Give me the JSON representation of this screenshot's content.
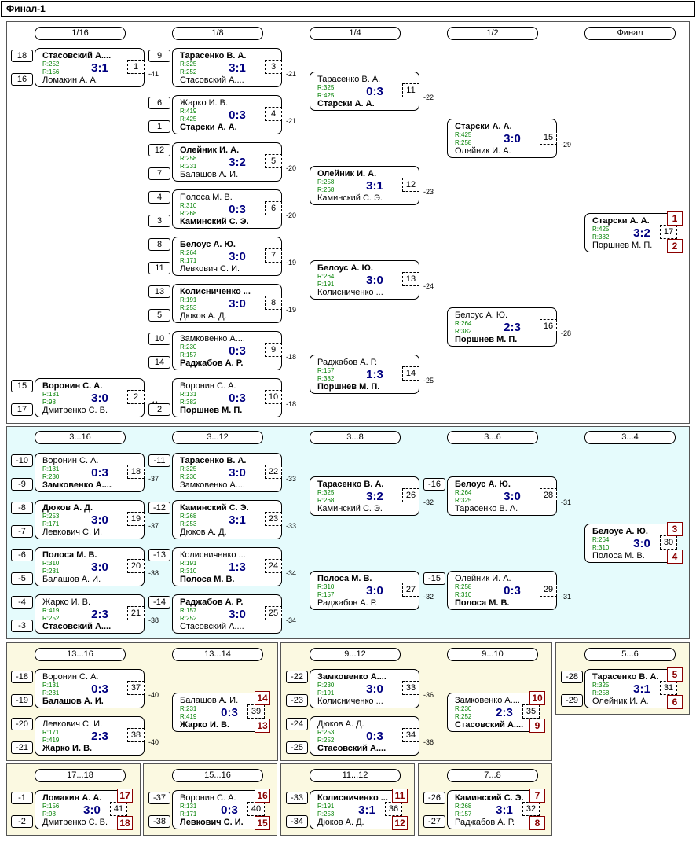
{
  "title": "Финал-1",
  "rounds": [
    {
      "n": "m16",
      "label": "1/16"
    },
    {
      "n": "m8",
      "label": "1/8"
    },
    {
      "n": "m4",
      "label": "1/4"
    },
    {
      "n": "m2",
      "label": "1/2"
    },
    {
      "n": "mf",
      "label": "Финал"
    },
    {
      "n": "c1",
      "label": "3...16"
    },
    {
      "n": "c2",
      "label": "3...12"
    },
    {
      "n": "c3",
      "label": "3...8"
    },
    {
      "n": "c4",
      "label": "3...6"
    },
    {
      "n": "c5",
      "label": "3...4"
    },
    {
      "n": "d1",
      "label": "13...16"
    },
    {
      "n": "d2",
      "label": "13...14"
    },
    {
      "n": "d3",
      "label": "9...12"
    },
    {
      "n": "d4",
      "label": "9...10"
    },
    {
      "n": "d5",
      "label": "5...6"
    },
    {
      "n": "e1",
      "label": "17...18"
    },
    {
      "n": "e2",
      "label": "15...16"
    },
    {
      "n": "e3",
      "label": "11...12"
    },
    {
      "n": "e4",
      "label": "7...8"
    }
  ],
  "matches": [
    {
      "no": "1",
      "p1": "Стасовский А....",
      "p2": "Ломакин А. А.",
      "r1": "R:252",
      "r2": "R:156",
      "w": 1,
      "score": "3:1",
      "s1": "18",
      "s2": "16",
      "lose": "-41"
    },
    {
      "no": "2",
      "p1": "Воронин С. А.",
      "p2": "Дмитренко С. В.",
      "r1": "R:131",
      "r2": "R:98",
      "w": 1,
      "score": "3:0",
      "s1": "15",
      "s2": "17",
      "lose": "-41"
    },
    {
      "no": "3",
      "p1": "Тарасенко В. А.",
      "p2": "Стасовский А....",
      "r1": "R:325",
      "r2": "R:252",
      "w": 1,
      "score": "3:1",
      "s1": "9",
      "lose": "-21"
    },
    {
      "no": "4",
      "p1": "Жарко И. В.",
      "p2": "Старски А. А.",
      "r1": "R:419",
      "r2": "R:425",
      "w": 2,
      "score": "0:3",
      "s1": "6",
      "s2": "1",
      "lose": "-21"
    },
    {
      "no": "5",
      "p1": "Олейник И. А.",
      "p2": "Балашов А. И.",
      "r1": "R:258",
      "r2": "R:231",
      "w": 1,
      "score": "3:2",
      "s1": "12",
      "s2": "7",
      "lose": "-20"
    },
    {
      "no": "6",
      "p1": "Полоса М. В.",
      "p2": "Каминский С. Э.",
      "r1": "R:310",
      "r2": "R:268",
      "w": 2,
      "score": "0:3",
      "s1": "4",
      "s2": "3",
      "lose": "-20"
    },
    {
      "no": "7",
      "p1": "Белоус А. Ю.",
      "p2": "Левкович С. И.",
      "r1": "R:264",
      "r2": "R:171",
      "w": 1,
      "score": "3:0",
      "s1": "8",
      "s2": "11",
      "lose": "-19"
    },
    {
      "no": "8",
      "p1": "Колисниченко ...",
      "p2": "Дюков А. Д.",
      "r1": "R:191",
      "r2": "R:253",
      "w": 1,
      "score": "3:0",
      "s1": "13",
      "s2": "5",
      "lose": "-19"
    },
    {
      "no": "9",
      "p1": "Замковенко А....",
      "p2": "Раджабов А. Р.",
      "r1": "R:230",
      "r2": "R:157",
      "w": 2,
      "score": "0:3",
      "s1": "10",
      "s2": "14",
      "lose": "-18"
    },
    {
      "no": "10",
      "p1": "Воронин С. А.",
      "p2": "Поршнев М. П.",
      "r1": "R:131",
      "r2": "R:382",
      "w": 2,
      "score": "0:3",
      "s2": "2",
      "lose": "-18"
    },
    {
      "no": "11",
      "p1": "Тарасенко В. А.",
      "p2": "Старски А. А.",
      "r1": "R:325",
      "r2": "R:425",
      "w": 2,
      "score": "0:3",
      "lose": "-22"
    },
    {
      "no": "12",
      "p1": "Олейник И. А.",
      "p2": "Каминский С. Э.",
      "r1": "R:258",
      "r2": "R:268",
      "w": 1,
      "score": "3:1",
      "lose": "-23"
    },
    {
      "no": "13",
      "p1": "Белоус А. Ю.",
      "p2": "Колисниченко ...",
      "r1": "R:264",
      "r2": "R:191",
      "w": 1,
      "score": "3:0",
      "lose": "-24"
    },
    {
      "no": "14",
      "p1": "Раджабов А. Р.",
      "p2": "Поршнев М. П.",
      "r1": "R:157",
      "r2": "R:382",
      "w": 2,
      "score": "1:3",
      "lose": "-25"
    },
    {
      "no": "15",
      "p1": "Старски А. А.",
      "p2": "Олейник И. А.",
      "r1": "R:425",
      "r2": "R:258",
      "w": 1,
      "score": "3:0",
      "lose": "-29"
    },
    {
      "no": "16",
      "p1": "Белоус А. Ю.",
      "p2": "Поршнев М. П.",
      "r1": "R:264",
      "r2": "R:382",
      "w": 2,
      "score": "2:3",
      "lose": "-28"
    },
    {
      "no": "17",
      "p1": "Старски А. А.",
      "p2": "Поршнев М. П.",
      "r1": "R:425",
      "r2": "R:382",
      "w": 1,
      "score": "3:2",
      "pl1": "1",
      "pl2": "2"
    },
    {
      "no": "18",
      "p1": "Воронин С. А.",
      "p2": "Замковенко А....",
      "r1": "R:131",
      "r2": "R:230",
      "w": 2,
      "score": "0:3",
      "s1": "-10",
      "s2": "-9",
      "lose": "-37"
    },
    {
      "no": "19",
      "p1": "Дюков А. Д.",
      "p2": "Левкович С. И.",
      "r1": "R:253",
      "r2": "R:171",
      "w": 1,
      "score": "3:0",
      "s1": "-8",
      "s2": "-7",
      "lose": "-37"
    },
    {
      "no": "20",
      "p1": "Полоса М. В.",
      "p2": "Балашов А. И.",
      "r1": "R:310",
      "r2": "R:231",
      "w": 1,
      "score": "3:0",
      "s1": "-6",
      "s2": "-5",
      "lose": "-38"
    },
    {
      "no": "21",
      "p1": "Жарко И. В.",
      "p2": "Стасовский А....",
      "r1": "R:419",
      "r2": "R:252",
      "w": 2,
      "score": "2:3",
      "s1": "-4",
      "s2": "-3",
      "lose": "-38"
    },
    {
      "no": "22",
      "p1": "Тарасенко В. А.",
      "p2": "Замковенко А....",
      "r1": "R:325",
      "r2": "R:230",
      "w": 1,
      "score": "3:0",
      "s1": "-11",
      "lose": "-33"
    },
    {
      "no": "23",
      "p1": "Каминский С. Э.",
      "p2": "Дюков А. Д.",
      "r1": "R:268",
      "r2": "R:253",
      "w": 1,
      "score": "3:1",
      "s1": "-12",
      "lose": "-33"
    },
    {
      "no": "24",
      "p1": "Колисниченко ...",
      "p2": "Полоса М. В.",
      "r1": "R:191",
      "r2": "R:310",
      "w": 2,
      "score": "1:3",
      "s1": "-13",
      "lose": "-34"
    },
    {
      "no": "25",
      "p1": "Раджабов А. Р.",
      "p2": "Стасовский А....",
      "r1": "R:157",
      "r2": "R:252",
      "w": 1,
      "score": "3:0",
      "s1": "-14",
      "lose": "-34"
    },
    {
      "no": "26",
      "p1": "Тарасенко В. А.",
      "p2": "Каминский С. Э.",
      "r1": "R:325",
      "r2": "R:268",
      "w": 1,
      "score": "3:2",
      "lose": "-32"
    },
    {
      "no": "27",
      "p1": "Полоса М. В.",
      "p2": "Раджабов А. Р.",
      "r1": "R:310",
      "r2": "R:157",
      "w": 1,
      "score": "3:0",
      "lose": "-32"
    },
    {
      "no": "28",
      "p1": "Белоус А. Ю.",
      "p2": "Тарасенко В. А.",
      "r1": "R:264",
      "r2": "R:325",
      "w": 1,
      "score": "3:0",
      "s1": "-16",
      "lose": "-31"
    },
    {
      "no": "29",
      "p1": "Олейник И. А.",
      "p2": "Полоса М. В.",
      "r1": "R:258",
      "r2": "R:310",
      "w": 2,
      "score": "0:3",
      "s1": "-15",
      "lose": "-31"
    },
    {
      "no": "30",
      "p1": "Белоус А. Ю.",
      "p2": "Полоса М. В.",
      "r1": "R:264",
      "r2": "R:310",
      "w": 1,
      "score": "3:0",
      "pl1": "3",
      "pl2": "4"
    },
    {
      "no": "37",
      "p1": "Воронин С. А.",
      "p2": "Балашов А. И.",
      "r1": "R:131",
      "r2": "R:231",
      "w": 2,
      "score": "0:3",
      "s1": "-18",
      "s2": "-19",
      "lose": "-40"
    },
    {
      "no": "38",
      "p1": "Левкович С. И.",
      "p2": "Жарко И. В.",
      "r1": "R:171",
      "r2": "R:419",
      "w": 2,
      "score": "2:3",
      "s1": "-20",
      "s2": "-21",
      "lose": "-40"
    },
    {
      "no": "39",
      "p1": "Балашов А. И.",
      "p2": "Жарко И. В.",
      "r1": "R:231",
      "r2": "R:419",
      "w": 2,
      "score": "0:3",
      "pl1": "14",
      "pl2": "13"
    },
    {
      "no": "33",
      "p1": "Замковенко А....",
      "p2": "Колисниченко ...",
      "r1": "R:230",
      "r2": "R:191",
      "w": 1,
      "score": "3:0",
      "s1": "-22",
      "s2": "-23",
      "lose": "-36"
    },
    {
      "no": "34",
      "p1": "Дюков А. Д.",
      "p2": "Стасовский А....",
      "r1": "R:253",
      "r2": "R:252",
      "w": 2,
      "score": "0:3",
      "s1": "-24",
      "s2": "-25",
      "lose": "-36"
    },
    {
      "no": "35",
      "p1": "Замковенко А....",
      "p2": "Стасовский А....",
      "r1": "R:230",
      "r2": "R:252",
      "w": 2,
      "score": "2:3",
      "pl1": "10",
      "pl2": "9"
    },
    {
      "no": "31",
      "p1": "Тарасенко В. А.",
      "p2": "Олейник И. А.",
      "r1": "R:325",
      "r2": "R:258",
      "w": 1,
      "score": "3:1",
      "s1": "-28",
      "s2": "-29",
      "pl1": "5",
      "pl2": "6"
    },
    {
      "no": "41",
      "p1": "Ломакин А. А.",
      "p2": "Дмитренко С. В.",
      "r1": "R:156",
      "r2": "R:98",
      "w": 1,
      "score": "3:0",
      "s1": "-1",
      "s2": "-2",
      "pl1": "17",
      "pl2": "18"
    },
    {
      "no": "40",
      "p1": "Воронин С. А.",
      "p2": "Левкович С. И.",
      "r1": "R:131",
      "r2": "R:171",
      "w": 2,
      "score": "0:3",
      "s1": "-37",
      "s2": "-38",
      "pl1": "16",
      "pl2": "15"
    },
    {
      "no": "36",
      "p1": "Колисниченко ...",
      "p2": "Дюков А. Д.",
      "r1": "R:191",
      "r2": "R:253",
      "w": 1,
      "score": "3:1",
      "s1": "-33",
      "s2": "-34",
      "pl1": "11",
      "pl2": "12"
    },
    {
      "no": "32",
      "p1": "Каминский С. Э.",
      "p2": "Раджабов А. Р.",
      "r1": "R:268",
      "r2": "R:157",
      "w": 1,
      "score": "3:1",
      "s1": "-26",
      "s2": "-27",
      "pl1": "7",
      "pl2": "8"
    }
  ],
  "colors": {
    "cyan_panel": "#e5fbfc",
    "cream_panel": "#fbf9e1",
    "score": "#000080",
    "rating": "#008000",
    "place": "#8b0000"
  }
}
